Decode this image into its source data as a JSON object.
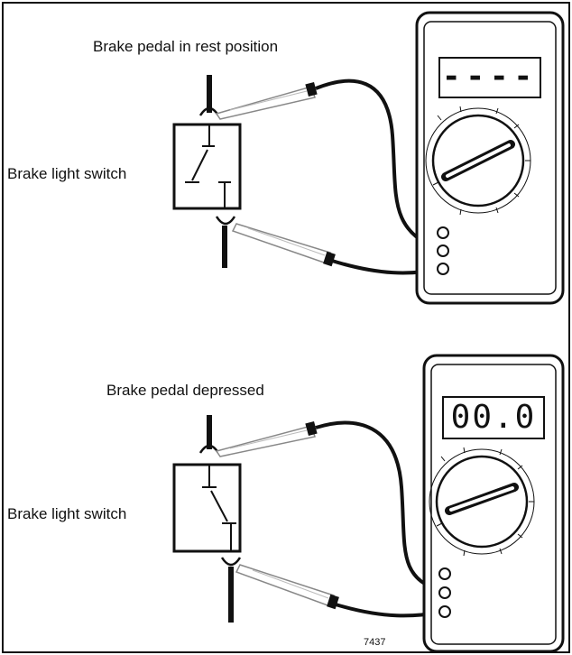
{
  "diagram": {
    "top": {
      "heading": "Brake pedal in rest position",
      "switch_label": "Brake light switch",
      "display": "----"
    },
    "bottom": {
      "heading": "Brake pedal depressed",
      "switch_label": "Brake light switch",
      "display": "00.0"
    },
    "figure_number": "7437"
  },
  "colors": {
    "ink": "#111111",
    "probe": "#9a9a9a",
    "background": "#ffffff"
  }
}
